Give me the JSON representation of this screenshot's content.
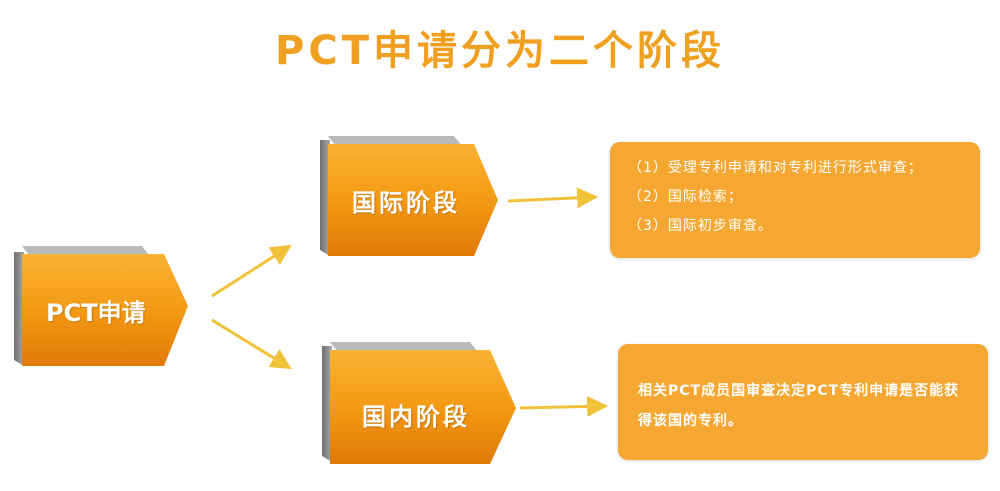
{
  "title": "PCT申请分为二个阶段",
  "root": {
    "label": "PCT申请"
  },
  "stages": [
    {
      "label": "国际阶段",
      "items": [
        "（1）受理专利申请和对专利进行形式审查；",
        "（2）国际检索；",
        "（3）国际初步审查。"
      ]
    },
    {
      "label": "国内阶段",
      "description": "相关PCT成员国审查决定PCT专利申请是否能获得该国的专利。"
    }
  ],
  "colors": {
    "title": "#f0a020",
    "box": "#f5a732",
    "block_top": "#f7a51e",
    "block_bottom": "#e8860a",
    "block_side": "#8a8a8a",
    "arrow": "#f0c040"
  }
}
